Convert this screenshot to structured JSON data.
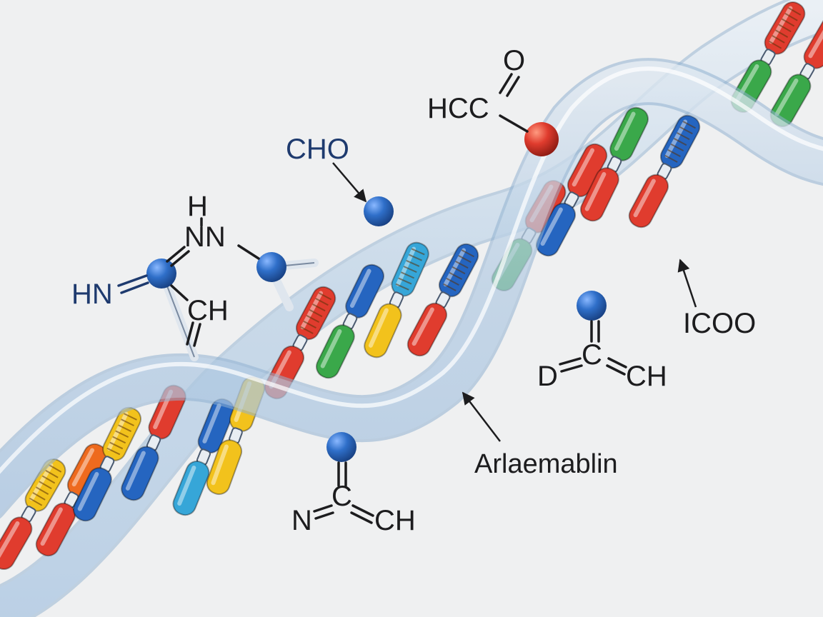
{
  "labels": {
    "h_top": "H",
    "nn": "NN",
    "hn": "HN",
    "ch_left": "CH",
    "cho": "CHO",
    "hcc": "HCC",
    "o_top": "O",
    "icoo": "ICOO",
    "d": "D",
    "c_right": "C",
    "ch_right": "CH",
    "n_bottom": "N",
    "c_bottom": "C",
    "ch_bottom": "CH",
    "arlaemablin": "Arlaemablin"
  },
  "colors": {
    "background": "#eff0f1",
    "backbone": "#cfe0f0",
    "backbone_edge": "#8fb0d0",
    "node_blue": "#2f6fc9",
    "base_red": "#e03c2e",
    "base_orange": "#ee6a1e",
    "base_blue": "#2565c0",
    "base_green": "#3aa84a",
    "base_yellow": "#f2c21c",
    "base_cyan": "#36a6d8",
    "label_navy": "#1e3a6e",
    "label_dark": "#1c1c1e"
  },
  "icons": [
    "atom-node",
    "base-pair-rung",
    "helix-backbone",
    "pointer-arrow"
  ]
}
